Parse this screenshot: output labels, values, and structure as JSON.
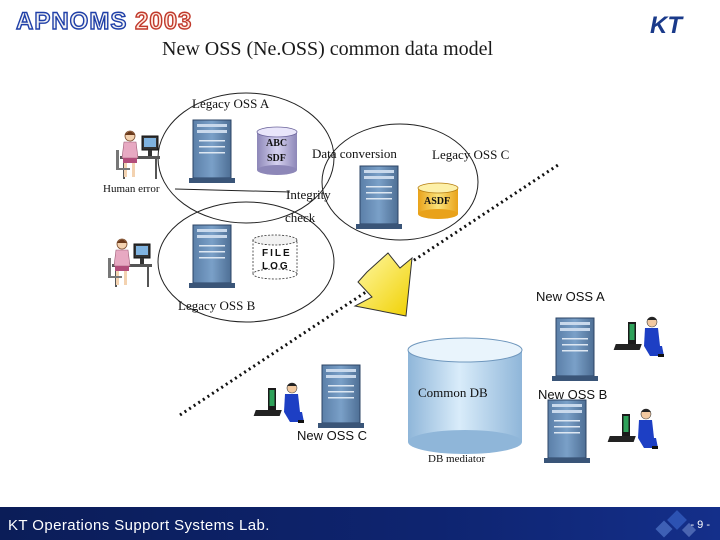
{
  "header": {
    "logo_word": "APNOMS",
    "logo_year": " 2003",
    "brand": "KT",
    "title": "New OSS (Ne.OSS) common data model"
  },
  "diagram": {
    "legacy_oss_a": "Legacy OSS A",
    "legacy_oss_b": "Legacy OSS B",
    "legacy_oss_c": "Legacy OSS C",
    "db_abc": "ABC",
    "db_sdf": "SDF",
    "db_asdf": "ASDF",
    "db_file": "FILE",
    "db_log": "LOG",
    "data_conversion": "Data conversion",
    "integrity": "Integrity",
    "check": "check",
    "human_error": "Human error",
    "new_oss_a": "New OSS A",
    "new_oss_b": "New OSS B",
    "new_oss_c": "New OSS C",
    "common_db": "Common DB",
    "db_mediator": "DB mediator"
  },
  "footer": {
    "lab_name": "KT Operations Support Systems Lab.",
    "page_number": "- 9 -"
  },
  "colors": {
    "footer_bg": "#0e2470",
    "brand_blue": "#1a3a8a",
    "arrow_yellow": "#f0d000"
  }
}
